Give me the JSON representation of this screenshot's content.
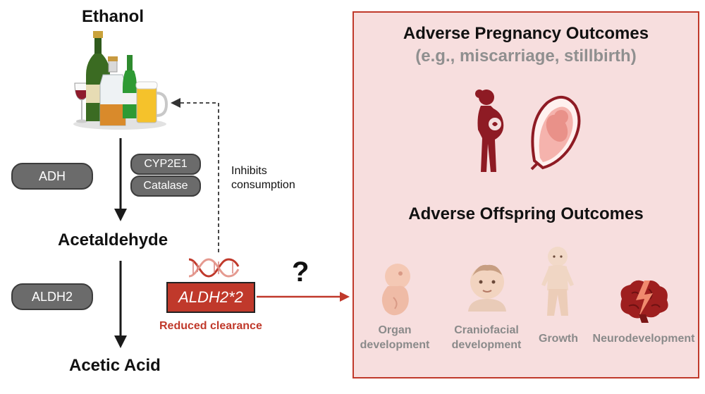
{
  "pathway": {
    "ethanol": "Ethanol",
    "acetaldehyde": "Acetaldehyde",
    "acetic_acid": "Acetic Acid"
  },
  "enzymes": {
    "adh": "ADH",
    "cyp2e1": "CYP2E1",
    "catalase": "Catalase",
    "aldh2": "ALDH2"
  },
  "gene": {
    "label": "ALDH2*2",
    "effect": "Reduced clearance",
    "feedback": [
      "Inhibits",
      "consumption"
    ],
    "question": "?"
  },
  "panel": {
    "pregnancy_title": "Adverse Pregnancy Outcomes",
    "pregnancy_examples": "(e.g., miscarriage, stillbirth)",
    "offspring_title": "Adverse Offspring Outcomes",
    "outcomes": [
      {
        "lines": [
          "Organ",
          "development"
        ],
        "icon": "embryo-icon"
      },
      {
        "lines": [
          "Craniofacial",
          "development"
        ],
        "icon": "baby-face-icon"
      },
      {
        "lines": [
          "Growth"
        ],
        "icon": "infant-icon"
      },
      {
        "lines": [
          "Neurodevelopment"
        ],
        "icon": "brain-lightning-icon"
      }
    ]
  },
  "colors": {
    "accent_red": "#c0392b",
    "panel_fill": "#f7dede",
    "enzyme_pill": "#6b6b6b",
    "muted_text": "#8a8a8a"
  }
}
